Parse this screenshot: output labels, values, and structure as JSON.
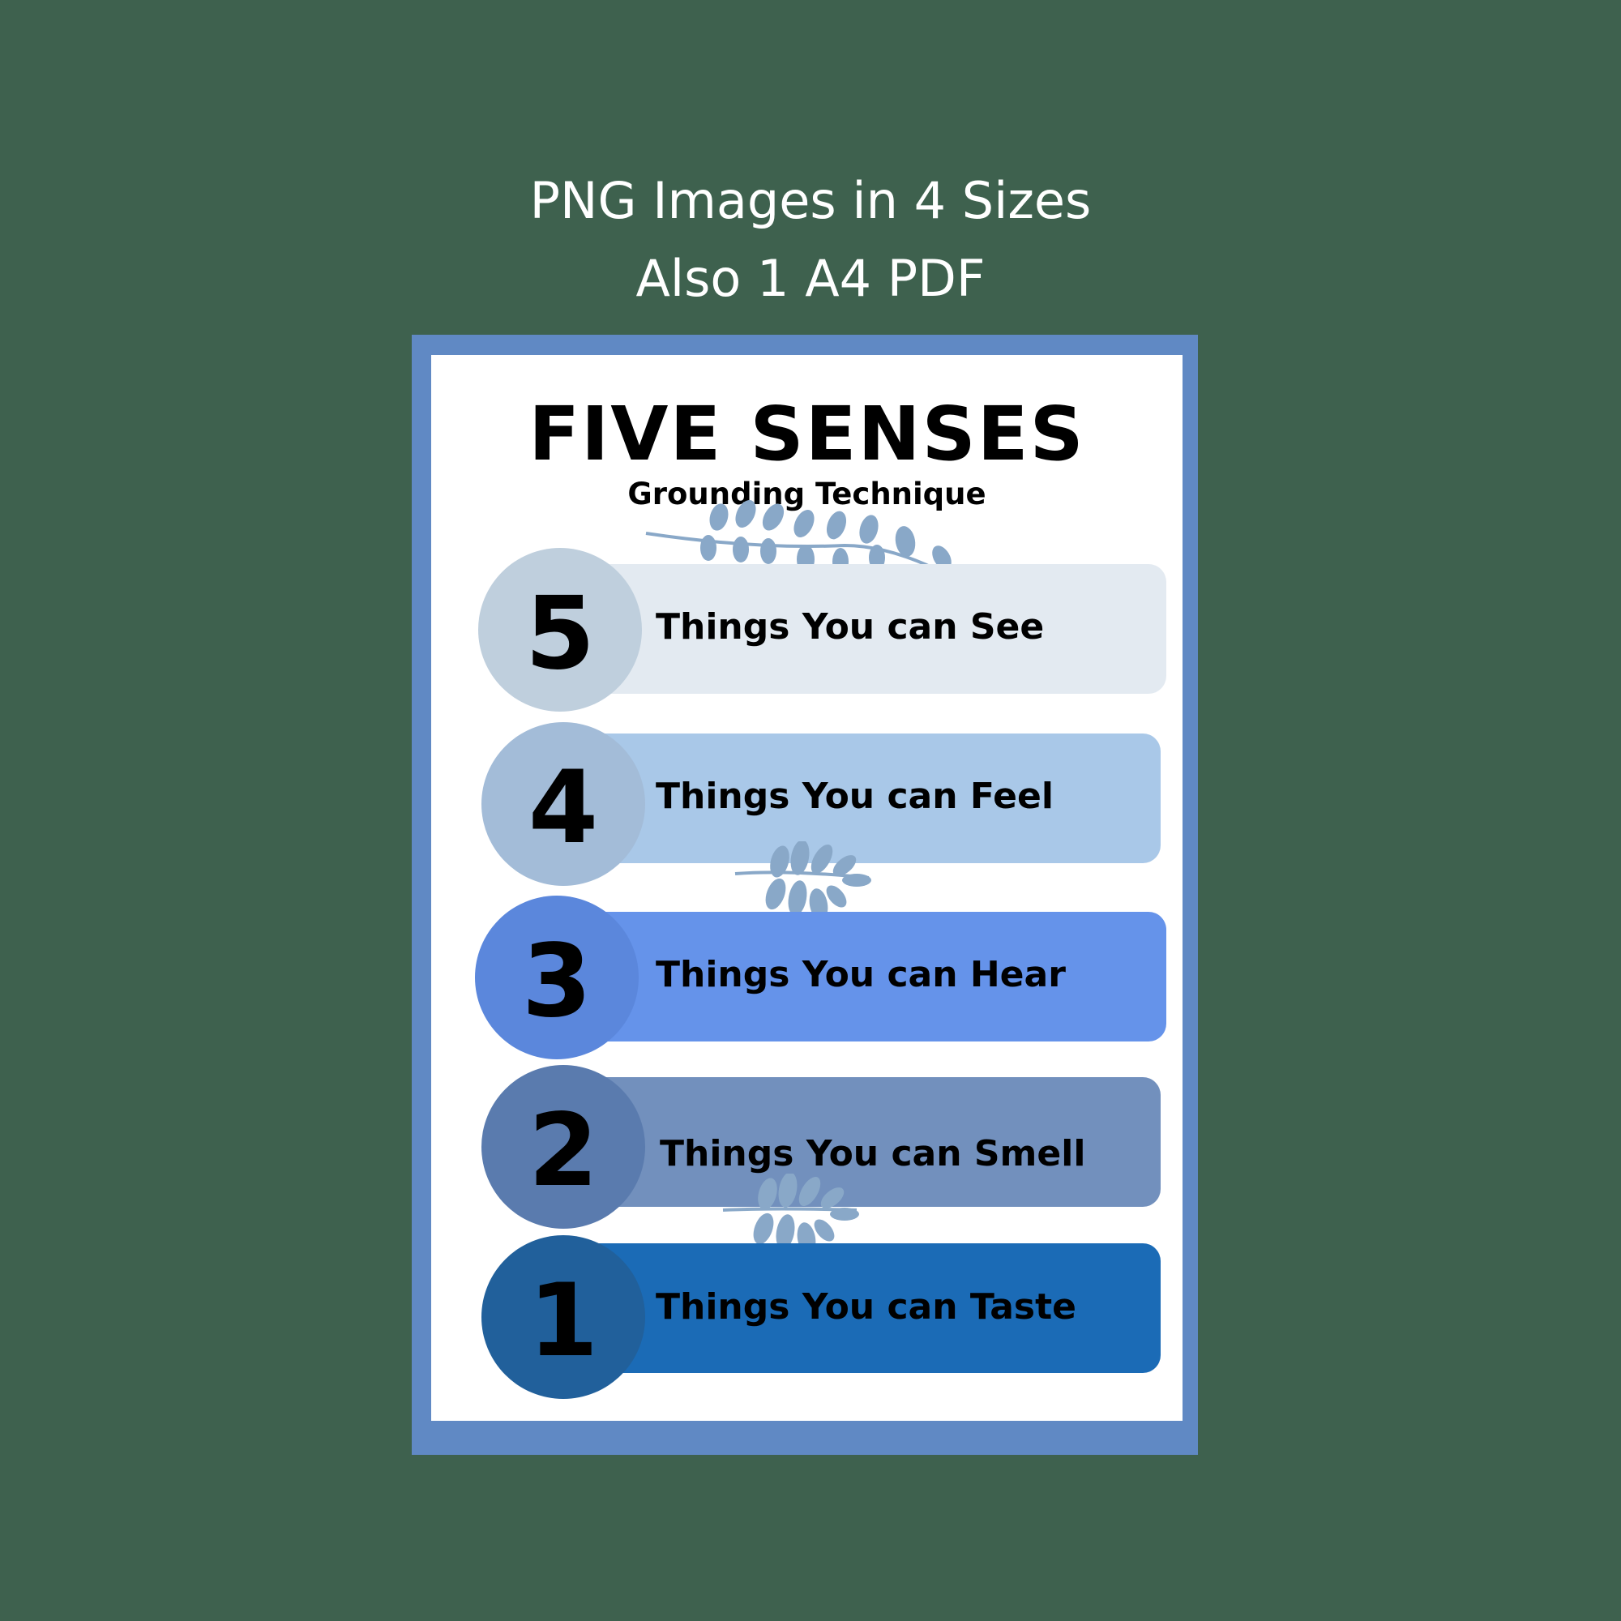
{
  "header": {
    "line1": "PNG Images in 4 Sizes",
    "line2": "Also 1 A4 PDF"
  },
  "poster": {
    "title": "FIVE SENSES",
    "subtitle": "Grounding Technique",
    "items": [
      {
        "number": "5",
        "label": "Things You can See"
      },
      {
        "number": "4",
        "label": "Things You can Feel"
      },
      {
        "number": "3",
        "label": "Things You can Hear"
      },
      {
        "number": "2",
        "label": "Things You can Smell"
      },
      {
        "number": "1",
        "label": "Things You can Taste"
      }
    ]
  },
  "colors": {
    "background": "#3e614e",
    "frame": "#6089c4",
    "leaf": "#89a8c8",
    "row5_bar": "#e3eaf1",
    "row5_circle": "#bfcfdd",
    "row4_bar": "#a9c8e8",
    "row4_circle": "#a3bcd8",
    "row3_bar": "#6593ea",
    "row3_circle": "#5b87dc",
    "row2_bar": "#7290bd",
    "row2_circle": "#5a7bae",
    "row1_bar": "#1b6bb6",
    "row1_circle": "#21609b"
  }
}
